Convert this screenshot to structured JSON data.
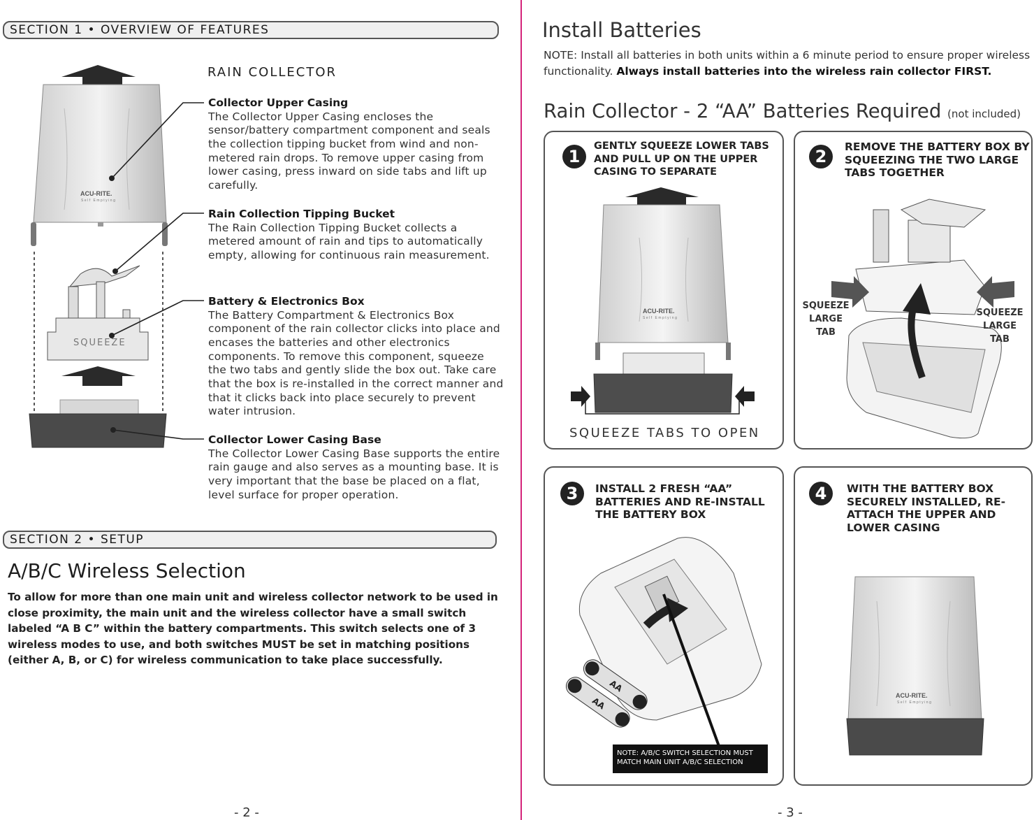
{
  "left": {
    "section1_title": "SECTION 1 • OVERVIEW OF FEATURES",
    "rain_collector_heading": "RAIN COLLECTOR",
    "features": [
      {
        "title": "Collector Upper Casing",
        "body": "The Collector Upper Casing encloses the sensor/battery compartment component and seals the collection tipping bucket from wind and non-metered rain drops. To remove upper casing from lower casing, press inward on side tabs and lift up carefully."
      },
      {
        "title": "Rain Collection Tipping Bucket",
        "body": "The Rain Collection Tipping Bucket collects a metered amount of rain and tips to automatically empty, allowing for continuous rain measurement."
      },
      {
        "title": "Battery & Electronics Box",
        "body": "The Battery Compartment & Electronics Box component of the rain collector clicks into place and encases the batteries and other electronics components. To remove this component, squeeze the two tabs and gently slide the box out. Take care that the box is re-installed in the correct manner and that it clicks back into place securely to prevent water intrusion."
      },
      {
        "title": "Collector Lower Casing Base",
        "body": "The Collector Lower Casing Base supports the entire rain gauge and also serves as a mounting base. It is very important that the base be placed on a flat, level surface for proper operation."
      }
    ],
    "squeeze_label": "SQUEEZE",
    "brand": "ACU-RITE.",
    "brand_sub": "Self Emptying",
    "section2_title": "SECTION 2 • SETUP",
    "wireless_heading": "A/B/C Wireless Selection",
    "wireless_body": "To allow for more than one main unit and wireless collector network to be used in close proximity, the main unit and the wireless collector have a small switch labeled “A B C” within the battery compartments. This switch selects one of 3 wireless modes to use, and both switches MUST be set in matching positions (either A, B, or C) for wireless communication to take place successfully.",
    "page_number": "- 2 -"
  },
  "right": {
    "install_heading": "Install Batteries",
    "note_plain": "NOTE: Install all batteries in both units within a 6 minute period to ensure proper wireless functionality.",
    "note_bold": "Always install batteries into the wireless rain collector FIRST.",
    "rain_heading": "Rain Collector - 2 “AA” Batteries Required",
    "rain_heading_small": "(not included)",
    "steps": [
      {
        "number": "1",
        "text": "GENTLY SQUEEZE LOWER TABS AND PULL UP ON THE UPPER CASING TO SEPARATE"
      },
      {
        "number": "2",
        "text": "REMOVE THE BATTERY BOX BY SQUEEZING THE TWO LARGE TABS TOGETHER"
      },
      {
        "number": "3",
        "text": "INSTALL 2 FRESH “AA” BATTERIES AND RE-INSTALL THE BATTERY BOX"
      },
      {
        "number": "4",
        "text": "WITH THE BATTERY BOX SECURELY INSTALLED, RE-ATTACH THE UPPER AND LOWER CASING"
      }
    ],
    "squeeze_tabs_caption": "SQUEEZE TABS TO OPEN",
    "squeeze_large_tab_left": "SQUEEZE LARGE TAB",
    "squeeze_large_tab_right": "SQUEEZE LARGE TAB",
    "battery_label": "AA",
    "switch_note": "NOTE: A/B/C SWITCH SELECTION MUST MATCH MAIN UNIT A/B/C  SELECTION",
    "brand": "ACU-RITE.",
    "brand_sub": "Self Emptying",
    "page_number": "- 3 -"
  }
}
